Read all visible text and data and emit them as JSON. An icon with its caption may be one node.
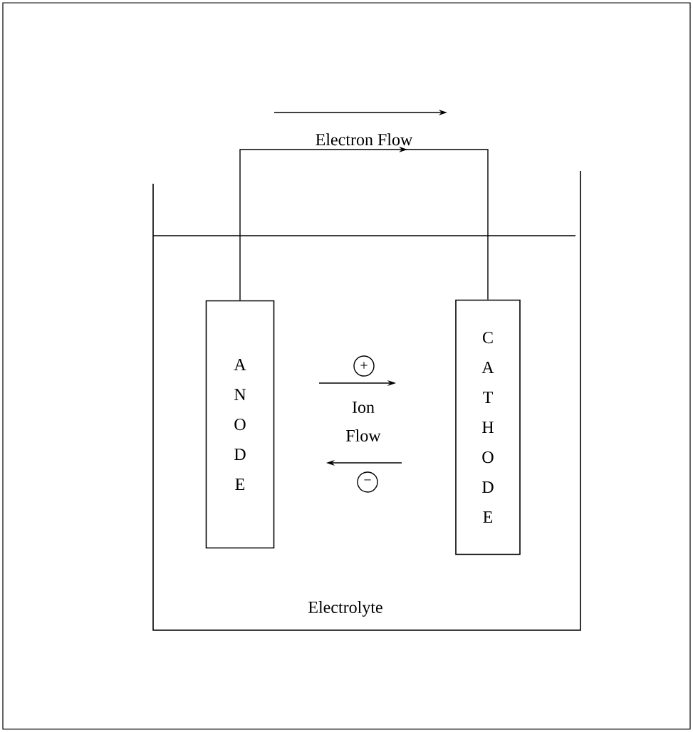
{
  "diagram": {
    "nodes": [
      {
        "text": [
          "Electrolyte"
        ]
      },
      {
        "text": [
          "A N O D E"
        ],
        "in": 0
      },
      {
        "text": [
          "C A T H O D E"
        ],
        "in": 0
      }
    ],
    "edges": [
      {
        "from": 1,
        "to": 2,
        "arrow": "to",
        "label": "Electron Flow"
      }
    ],
    "labels": [
      "+",
      "Ion Flow",
      "−"
    ]
  }
}
